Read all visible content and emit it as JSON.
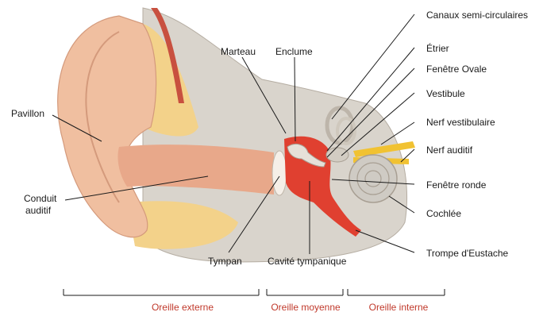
{
  "labels": {
    "pavillon": "Pavillon",
    "conduit_line1": "Conduit",
    "conduit_line2": "auditif",
    "marteau": "Marteau",
    "enclume": "Enclume",
    "tympan": "Tympan",
    "cavite": "Cavité tympanique",
    "canaux": "Canaux semi-circulaires",
    "etrier": "Étrier",
    "fenetre_ovale": "Fenêtre Ovale",
    "vestibule": "Vestibule",
    "nerf_vestibulaire": "Nerf vestibulaire",
    "nerf_auditif": "Nerf auditif",
    "fenetre_ronde": "Fenêtre ronde",
    "cochlee": "Cochlée",
    "trompe": "Trompe d'Eustache"
  },
  "sections": {
    "externe": "Oreille externe",
    "moyenne": "Oreille moyenne",
    "interne": "Oreille interne"
  },
  "colors": {
    "section_label": "#c0392b",
    "skin": "#f0bfa0",
    "canal": "#e8a88a",
    "cartilage": "#f3d28a",
    "bone": "#d9d4cc",
    "red": "#e04030",
    "cochlea": "#cfcbc4",
    "nerve": "#f1c232"
  }
}
